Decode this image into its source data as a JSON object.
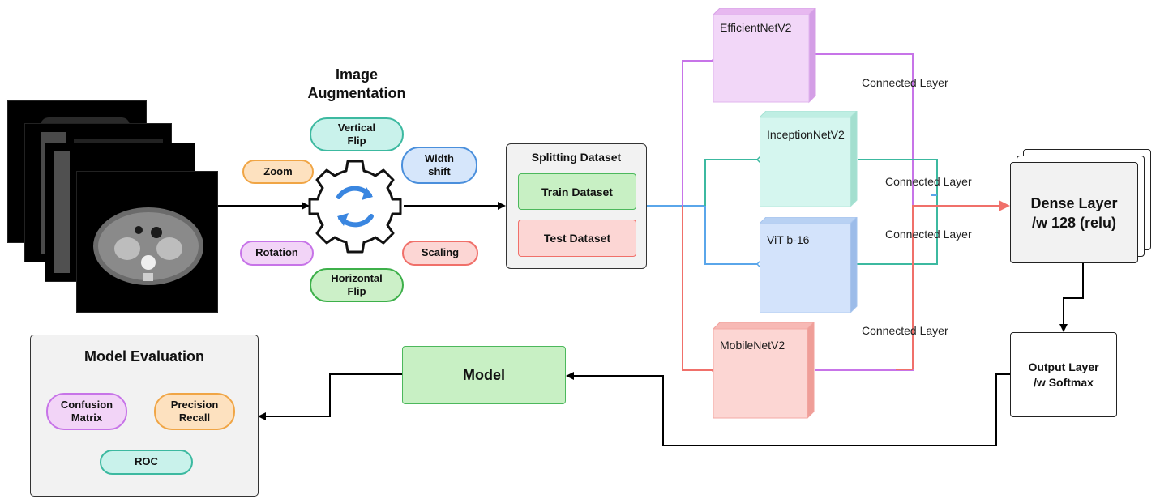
{
  "augmentation": {
    "title_line1": "Image",
    "title_line2": "Augmentation",
    "ops": {
      "vertical_flip": "Vertical\nFlip",
      "width_shift": "Width\nshift",
      "zoom": "Zoom",
      "rotation": "Rotation",
      "scaling": "Scaling",
      "horizontal_flip": "Horizontal\nFlip"
    },
    "gear_icon": "gear-with-refresh-arrows"
  },
  "splitting": {
    "title": "Splitting Dataset",
    "train": "Train Dataset",
    "test": "Test Dataset"
  },
  "models": {
    "efficientnet": "EfficientNetV2",
    "inception": "InceptionNetV2",
    "vit": "ViT b-16",
    "mobilenet": "MobileNetV2"
  },
  "connected_layer_label": "Connected Layer",
  "dense_layer": {
    "line1": "Dense Layer",
    "line2": "/w 128 (relu)"
  },
  "output_layer": {
    "line1": "Output Layer",
    "line2": "/w Softmax"
  },
  "model_box": "Model",
  "evaluation": {
    "title": "Model Evaluation",
    "confusion": "Confusion\nMatrix",
    "precision": "Precision\nRecall",
    "roc": "ROC"
  },
  "colors": {
    "purple": "#c774e8",
    "teal": "#3cb9a0",
    "blue": "#5aa6ea",
    "red": "#f0706a"
  }
}
